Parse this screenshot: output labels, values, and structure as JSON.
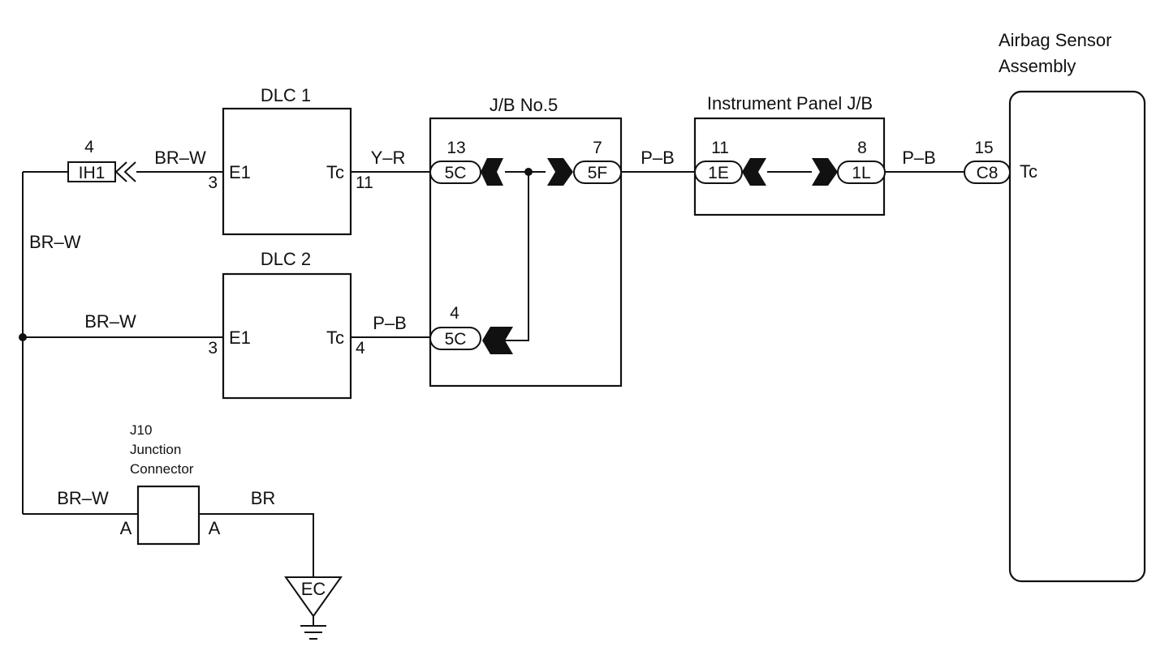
{
  "diagram": {
    "dlc1": {
      "title": "DLC 1",
      "left_pin_label": "E1",
      "right_pin_label": "Tc",
      "left_pin_no": "3",
      "right_pin_no": "11"
    },
    "dlc2": {
      "title": "DLC 2",
      "left_pin_label": "E1",
      "right_pin_label": "Tc",
      "left_pin_no": "3",
      "right_pin_no": "4"
    },
    "jb5": {
      "title": "J/B No.5",
      "conn_a": "5C",
      "conn_a_pin": "13",
      "conn_b": "5F",
      "conn_b_pin": "7",
      "conn_c": "5C",
      "conn_c_pin": "4"
    },
    "ipjb": {
      "title": "Instrument Panel J/B",
      "conn_a": "1E",
      "conn_a_pin": "11",
      "conn_b": "1L",
      "conn_b_pin": "8"
    },
    "airbag": {
      "title_line1": "Airbag Sensor",
      "title_line2": "Assembly",
      "conn": "C8",
      "conn_pin": "15",
      "terminal": "Tc"
    },
    "ih1": {
      "label": "IH1",
      "pin": "4"
    },
    "j10": {
      "line1": "J10",
      "line2": "Junction",
      "line3": "Connector",
      "left_pin": "A",
      "right_pin": "A"
    },
    "ground": {
      "label": "EC"
    },
    "wires": {
      "ih1_to_dlc1": "BR–W",
      "dlc1_to_jb5": "Y–R",
      "jb5_to_ipjb": "P–B",
      "ipjb_to_airbag": "P–B",
      "left_vertical": "BR–W",
      "bus_to_dlc2": "BR–W",
      "dlc2_to_jb5": "P–B",
      "bus_to_j10": "BR–W",
      "j10_to_ground": "BR"
    }
  }
}
